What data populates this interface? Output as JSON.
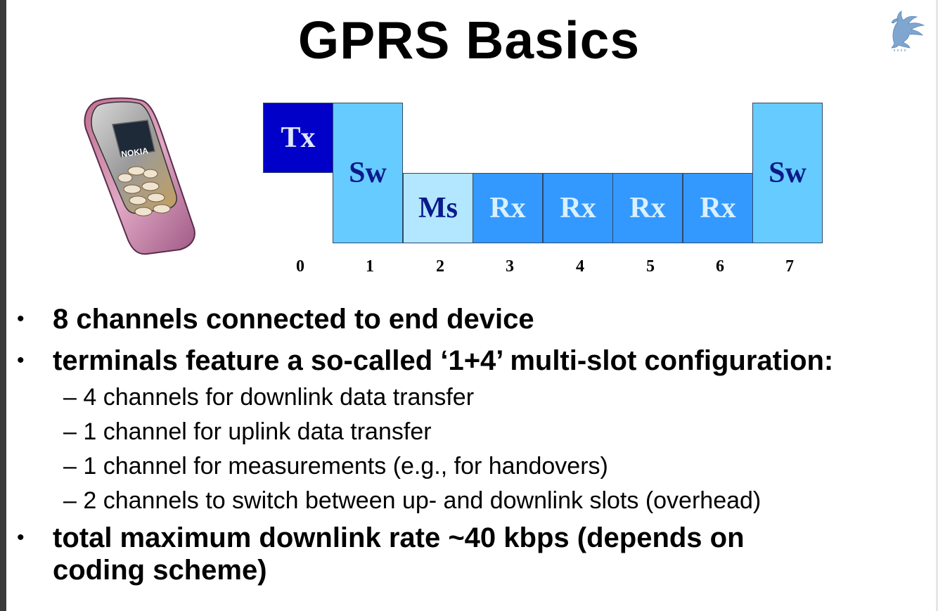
{
  "title": "GPRS Basics",
  "phone": {
    "brand": "NOKIA"
  },
  "slots": [
    {
      "index": "0",
      "label": "Tx",
      "bg": "#0000c8",
      "fg": "#e0e8ff"
    },
    {
      "index": "1",
      "label": "Sw",
      "bg": "#66ccff",
      "fg": "#0a1a8a"
    },
    {
      "index": "2",
      "label": "Ms",
      "bg": "#b3e6ff",
      "fg": "#0a1a8a"
    },
    {
      "index": "3",
      "label": "Rx",
      "bg": "#3399ff",
      "fg": "#d9f0ff"
    },
    {
      "index": "4",
      "label": "Rx",
      "bg": "#3399ff",
      "fg": "#d9f0ff"
    },
    {
      "index": "5",
      "label": "Rx",
      "bg": "#3399ff",
      "fg": "#d9f0ff"
    },
    {
      "index": "6",
      "label": "Rx",
      "bg": "#3399ff",
      "fg": "#d9f0ff"
    },
    {
      "index": "7",
      "label": "Sw",
      "bg": "#66ccff",
      "fg": "#0a1a8a"
    }
  ],
  "bullets": {
    "b1": "8 channels connected to end device",
    "b2": "terminals feature a so-called ‘1+4’ multi-slot configuration:",
    "sub": [
      "– 4 channels for downlink data transfer",
      "– 1 channel for uplink data transfer",
      "– 1 channel for measurements (e.g., for handovers)",
      "– 2 channels to switch between up- and downlink slots (overhead)"
    ],
    "b3_line1": "total maximum downlink rate ~40 kbps (depends on",
    "b3_line2": "coding scheme)"
  },
  "bullet_symbol": "•"
}
